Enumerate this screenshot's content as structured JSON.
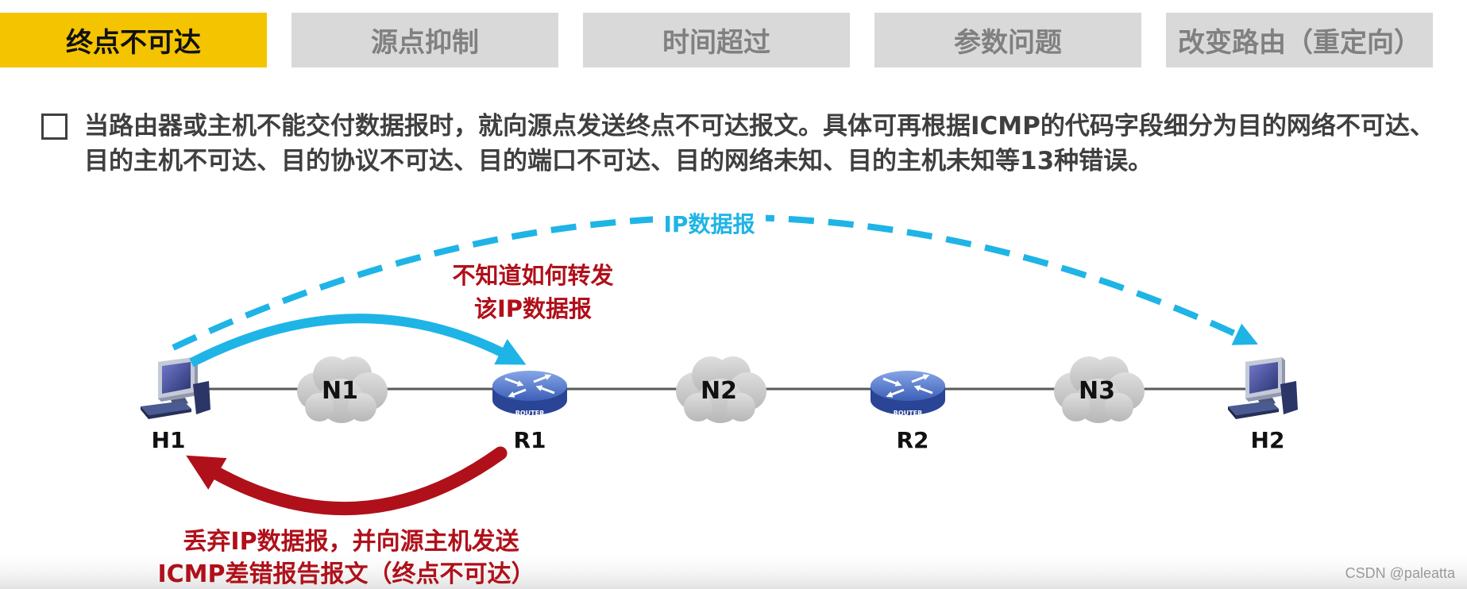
{
  "tabs": [
    {
      "label": "终点不可达",
      "active": true
    },
    {
      "label": "源点抑制",
      "active": false
    },
    {
      "label": "时间超过",
      "active": false
    },
    {
      "label": "参数问题",
      "active": false
    },
    {
      "label": "改变路由（重定向）",
      "active": false
    }
  ],
  "bullet": {
    "line1": "当路由器或主机不能交付数据报时，就向源点发送终点不可达报文。具体可再根据ICMP的代码字段细分为目的网络不可达、",
    "line2": "目的主机不可达、目的协议不可达、目的端口不可达、目的网络未知、目的主机未知等13种错误。"
  },
  "diagram": {
    "ip_datagram_label": "IP数据报",
    "forward_note": [
      "不知道如何转发",
      "该IP数据报"
    ],
    "discard_note": [
      "丢弃IP数据报，并向源主机发送",
      "ICMP差错报告报文（终点不可达）"
    ],
    "nodes": {
      "h1": "H1",
      "n1": "N1",
      "r1": "R1",
      "n2": "N2",
      "r2": "R2",
      "n3": "N3",
      "h2": "H2"
    },
    "router_badge": "ROUTER"
  },
  "colors": {
    "accent": "#F5C400",
    "tab_inactive": "#D9D9D9",
    "cyan": "#1FB4E6",
    "red": "#B0101A"
  },
  "watermark": "CSDN @paleatta"
}
